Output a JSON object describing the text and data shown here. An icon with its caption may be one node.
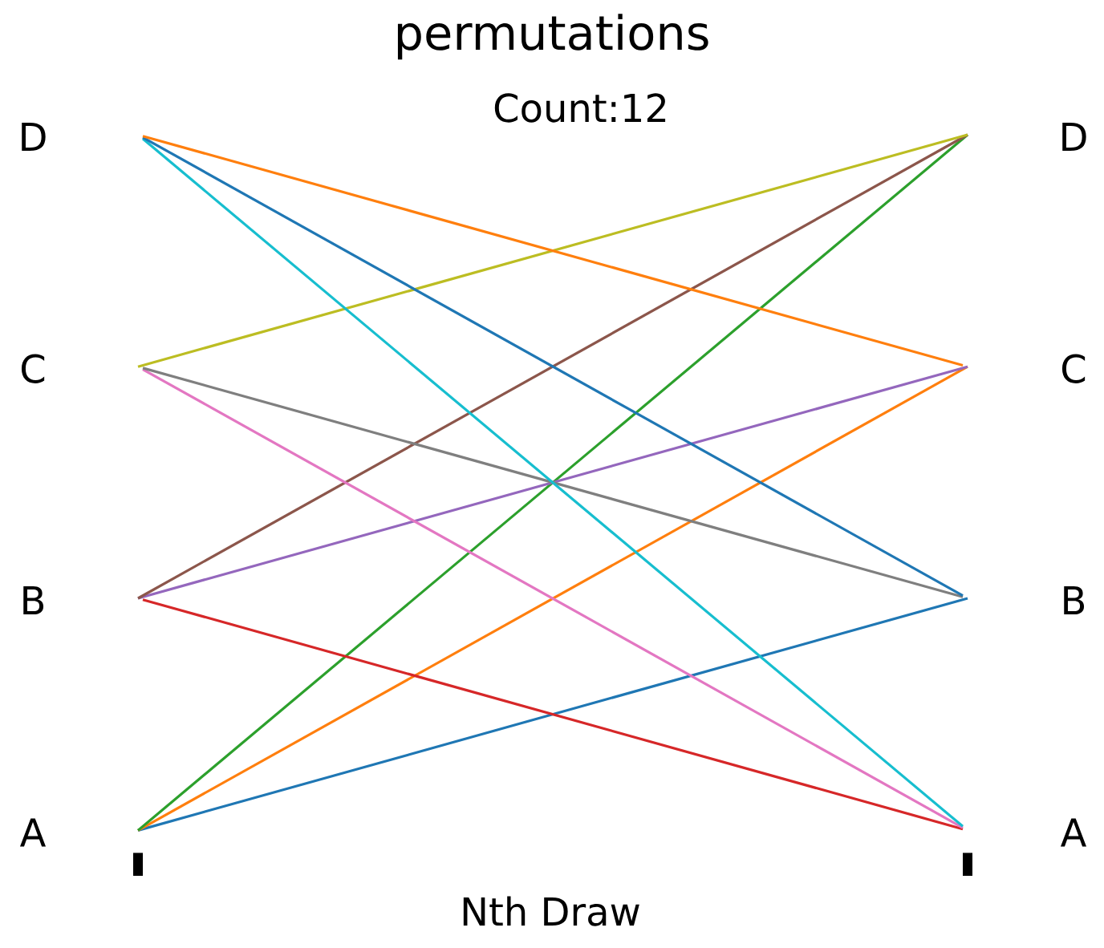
{
  "diagram": {
    "title": "permutations",
    "nodes": [
      {
        "text": [
          "D"
        ]
      },
      {
        "text": [
          "D"
        ]
      },
      {
        "text": [
          "C"
        ]
      },
      {
        "text": [
          "C"
        ]
      },
      {
        "text": [
          "B"
        ]
      },
      {
        "text": [
          "B"
        ]
      },
      {
        "text": [
          "A"
        ]
      },
      {
        "text": [
          "A"
        ]
      }
    ],
    "edges": [
      {
        "from": 6,
        "to": 5,
        "arrow": "none",
        "color": "#1f77b4"
      },
      {
        "from": 6,
        "to": 3,
        "arrow": "none",
        "color": "#ff7f0e"
      },
      {
        "from": 6,
        "to": 1,
        "arrow": "none",
        "color": "#2ca02c"
      },
      {
        "from": 4,
        "to": 7,
        "arrow": "none",
        "color": "#d62728"
      },
      {
        "from": 4,
        "to": 3,
        "arrow": "none",
        "color": "#9467bd"
      },
      {
        "from": 4,
        "to": 1,
        "arrow": "none",
        "color": "#8c564b"
      },
      {
        "from": 2,
        "to": 7,
        "arrow": "none",
        "color": "#e377c2"
      },
      {
        "from": 2,
        "to": 5,
        "arrow": "none",
        "color": "#7f7f7f"
      },
      {
        "from": 2,
        "to": 1,
        "arrow": "none",
        "color": "#bcbd22"
      },
      {
        "from": 0,
        "to": 7,
        "arrow": "none",
        "color": "#17becf"
      },
      {
        "from": 0,
        "to": 5,
        "arrow": "none",
        "color": "#1f77b4"
      },
      {
        "from": 0,
        "to": 3,
        "arrow": "none",
        "color": "#ff7f0e"
      }
    ],
    "labels": [
      "Count:12",
      "Nth Draw"
    ]
  }
}
